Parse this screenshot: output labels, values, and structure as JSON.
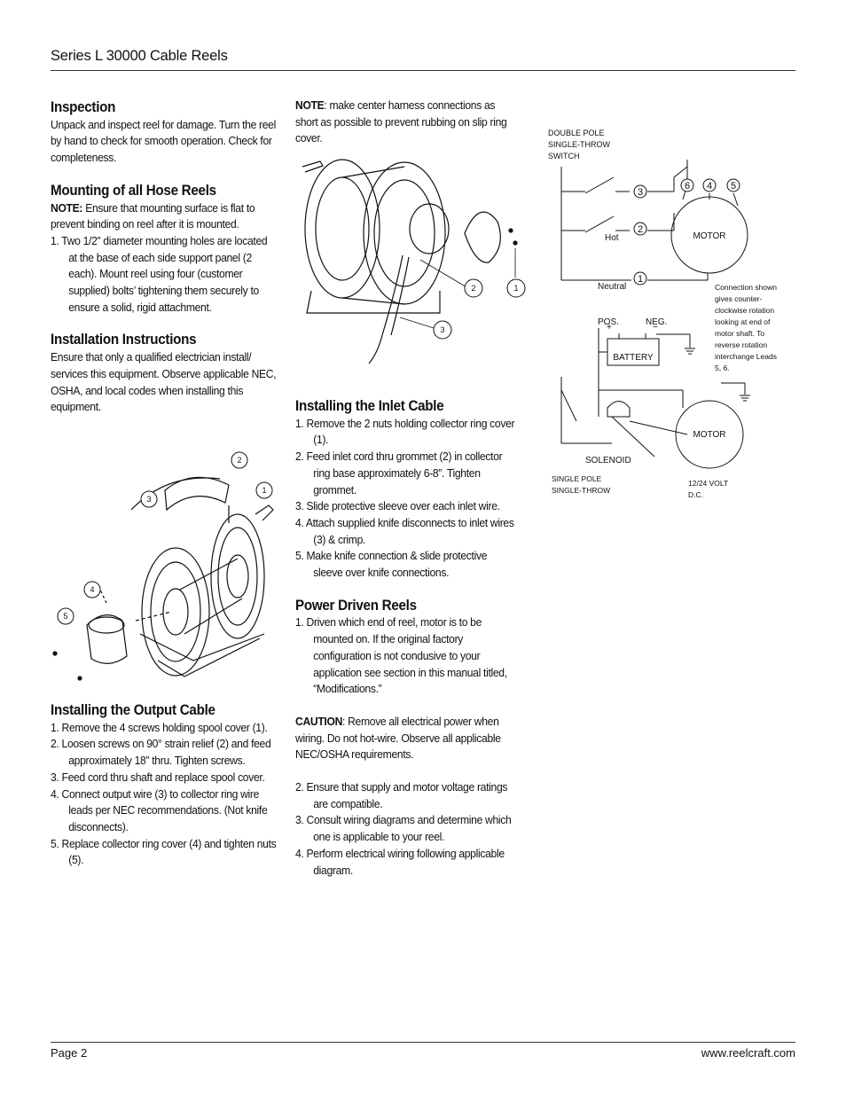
{
  "header": {
    "title": "Series L 30000 Cable Reels"
  },
  "inspection": {
    "heading": "Inspection",
    "body": "Unpack and inspect reel for damage. Turn the reel by hand to check for smooth operation. Check for completeness."
  },
  "mounting": {
    "heading": "Mounting of all Hose Reels",
    "note_label": "NOTE:",
    "note_text": " Ensure that mounting surface is flat to prevent binding on reel after it is mounted.",
    "items": [
      "1.  Two 1/2” diameter mounting holes are located at the base of each side support panel (2 each). Mount reel using four (customer supplied) bolts’ tightening them securely to ensure a solid, rigid attachment."
    ]
  },
  "installation": {
    "heading": "Installation Instructions",
    "body": "Ensure that only a qualified electrician install/ services this equipment. Observe applicable NEC, OSHA, and local codes when installing this equipment."
  },
  "output_cable": {
    "heading": "Installing the Output Cable",
    "items": [
      "1.  Remove the 4 screws holding spool cover (1).",
      "2.  Loosen screws on 90° strain relief (2) and feed approximately 18” thru. Tighten screws.",
      "3.  Feed cord thru shaft and replace spool cover.",
      "4.  Connect output wire (3) to collector ring wire leads per NEC recommendations. (Not knife disconnects).",
      "5.  Replace collector ring cover (4) and tighten nuts (5)."
    ]
  },
  "note_center": {
    "label": "NOTE",
    "text": ":  make center harness connections as short as possible to prevent rubbing on slip ring cover."
  },
  "inlet_cable": {
    "heading": "Installing the Inlet Cable",
    "items": [
      "1.  Remove the 2 nuts holding collector ring cover (1).",
      "2.  Feed inlet cord thru grommet (2) in collector ring base approximately 6-8”. Tighten grommet.",
      "3.  Slide protective sleeve over each inlet wire.",
      "4.  Attach supplied knife disconnects to inlet wires (3) & crimp.",
      "5.  Make knife connection & slide protective sleeve over knife connections."
    ]
  },
  "power_driven": {
    "heading": "Power Driven Reels",
    "items": [
      "1.  Driven which end of reel, motor is to be mounted on. If the original factory configuration is not condusive to your application see section in this manual titled, “Modifications.”"
    ],
    "caution_label": "CAUTION",
    "caution_text": ": Remove all electrical power when wiring. Do not hot-wire. Observe all applicable NEC/OSHA requirements.",
    "items2": [
      "2.  Ensure that supply and motor voltage ratings are compatible.",
      "3.  Consult wiring diagrams and determine which one is applicable to your reel.",
      "4.  Perform electrical wiring following applicable diagram."
    ]
  },
  "figure1": {
    "callouts": [
      "2",
      "1",
      "3",
      "4",
      "5"
    ]
  },
  "figure2": {
    "callouts": [
      "2",
      "1",
      "3"
    ]
  },
  "wiring": {
    "double_pole_label": [
      "DOUBLE POLE",
      "SINGLE-THROW",
      "SWITCH"
    ],
    "terminals": [
      "3",
      "2",
      "1"
    ],
    "motor_terminals": [
      "6",
      "4",
      "5"
    ],
    "motor_label": "MOTOR",
    "hot": "Hot",
    "neutral": "Neutral",
    "connection_note": [
      "Connection shown",
      "gives counter-",
      "clockwise rotation",
      "looking at end of",
      "motor shaft. To",
      "reverse rotation",
      "interchange Leads",
      "5, 6."
    ],
    "pos": "POS.",
    "neg": "NEG.",
    "plus": "+",
    "minus": "−",
    "battery": "BATTERY",
    "solenoid": "SOLENOID",
    "motor2_label": "MOTOR",
    "single_pole_label": [
      "SINGLE POLE",
      "SINGLE-THROW"
    ],
    "volt_label": [
      "12/24 VOLT",
      "D.C."
    ]
  },
  "footer": {
    "page": "Page 2",
    "url": "www.reelcraft.com"
  }
}
